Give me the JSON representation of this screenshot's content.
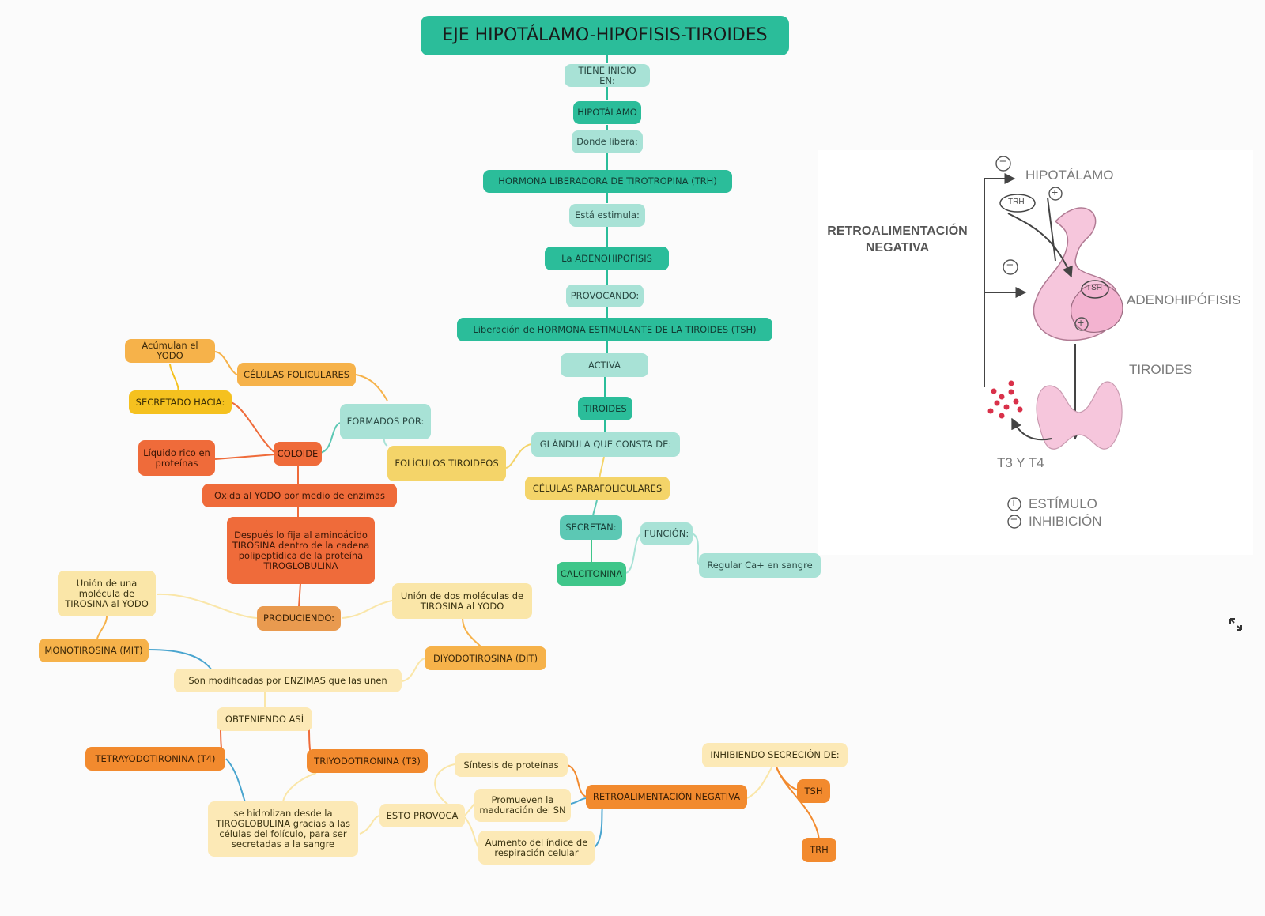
{
  "title": "EJE HIPOTÁLAMO-HIPOFISIS-TIROIDES",
  "nodes": {
    "tiene_inicio": "TIENE INICIO EN:",
    "hipotalamo": "HIPOTÁLAMO",
    "donde_libera": "Donde libera:",
    "trh_full": "HORMONA LIBERADORA DE TIROTROPINA (TRH)",
    "esta_estimula": "Está estimula:",
    "adenohipofisis": "La ADENOHIPOFISIS",
    "provocando": "PROVOCANDO:",
    "tsh_full": "Liberación de HORMONA ESTIMULANTE DE LA TIROIDES (TSH)",
    "activa": "ACTIVA",
    "tiroides": "TIROIDES",
    "glandula": "GLÁNDULA QUE CONSTA DE:",
    "parafoliculares": "CÉLULAS PARAFOLICULARES",
    "secretan": "SECRETAN:",
    "calcitonina": "CALCITONINA",
    "funcion": "FUNCIÓN:",
    "regular_ca": "Regular Ca+ en sangre",
    "foliculos": "FOLÍCULOS TIROIDEOS",
    "formados_por": "FORMADOS POR:",
    "celulas_foliculares": "CÉLULAS FOLICULARES",
    "acumulan_yodo": "Acúmulan el YODO",
    "secretado_hacia": "SECRETADO HACIA:",
    "coloide": "COLOIDE",
    "liquido": "Líquido rico en proteínas",
    "oxida": "Oxida al YODO por medio de enzimas",
    "despues": "Después lo fija al aminoácido TIROSINA dentro de la cadena polipeptídica de la proteína TIROGLOBULINA",
    "produciendo": "PRODUCIENDO:",
    "union_una": "Unión de una molécula de TIROSINA al YODO",
    "union_dos": "Unión de dos moléculas de TIROSINA al YODO",
    "mit": "MONOTIROSINA (MIT)",
    "dit": "DIYODOTIROSINA (DIT)",
    "modificadas": "Son modificadas por ENZIMAS que las unen",
    "obteniendo": "OBTENIENDO ASÍ",
    "t4": "TETRAYODOTIRONINA (T4)",
    "t3": "TRIYODOTIRONINA (T3)",
    "hidrolizan": "se hidrolizan desde la TIROGLOBULINA gracias a las células del folículo, para ser secretadas a la sangre",
    "esto_provoca": "ESTO PROVOCA",
    "sintesis": "Síntesis de proteínas",
    "maduracion": "Promueven la maduración del SN",
    "respiracion": "Aumento del índice de respiración celular",
    "retro_negativa": "RETROALIMENTACIÓN NEGATIVA",
    "inhibiendo": "INHIBIENDO SECRECIÓN DE:",
    "tsh": "TSH",
    "trh": "TRH"
  },
  "figure": {
    "retro_label": "RETROALIMENTACIÓN NEGATIVA",
    "hipotalamo": "HIPOTÁLAMO",
    "adenohipofisis": "ADENOHIPÓFISIS",
    "tiroides": "TIROIDES",
    "t3t4": "T3 Y T4",
    "trh_tag": "TRH",
    "tsh_tag": "TSH",
    "estimulo": "ESTÍMULO",
    "inhibicion": "INHIBICIÓN",
    "plus": "+",
    "minus": "−"
  },
  "colors": {
    "teal_dark": "#2bbd9a",
    "teal_light": "#a8e2d6",
    "yellow": "#f4d469",
    "cream": "#fce9b6",
    "orange": "#f28a2e",
    "orange_red": "#ef6b3a",
    "gland_pink": "#f6c6dc",
    "dots_red": "#d9314a"
  }
}
